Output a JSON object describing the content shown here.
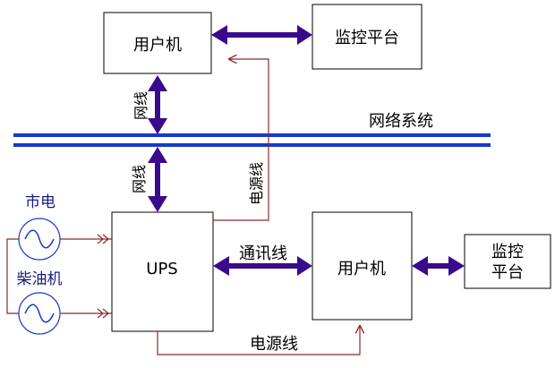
{
  "nodes": {
    "user_pc_top": "用户机",
    "monitor_top": "监控平台",
    "ups": "UPS",
    "user_pc_bottom": "用户机",
    "monitor_right_line1": "监控",
    "monitor_right_line2": "平台",
    "mains": "市电",
    "diesel": "柴油机"
  },
  "labels": {
    "network_system": "网络系统",
    "netline_upper": "网线",
    "netline_lower": "网线",
    "power_line_vertical": "电源线",
    "comm_line": "通讯线",
    "power_line_bottom": "电源线"
  },
  "colors": {
    "arrow": "#3a0a8c",
    "bus": "#1538d0",
    "power": "#8b2a2a",
    "source_label": "#1a1a80"
  }
}
